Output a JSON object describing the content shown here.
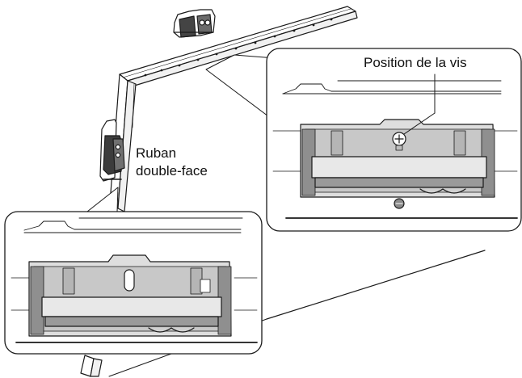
{
  "labels": {
    "screw_position": "Position de la vis",
    "tape_line1": "Ruban",
    "tape_line2": "double-face"
  }
}
